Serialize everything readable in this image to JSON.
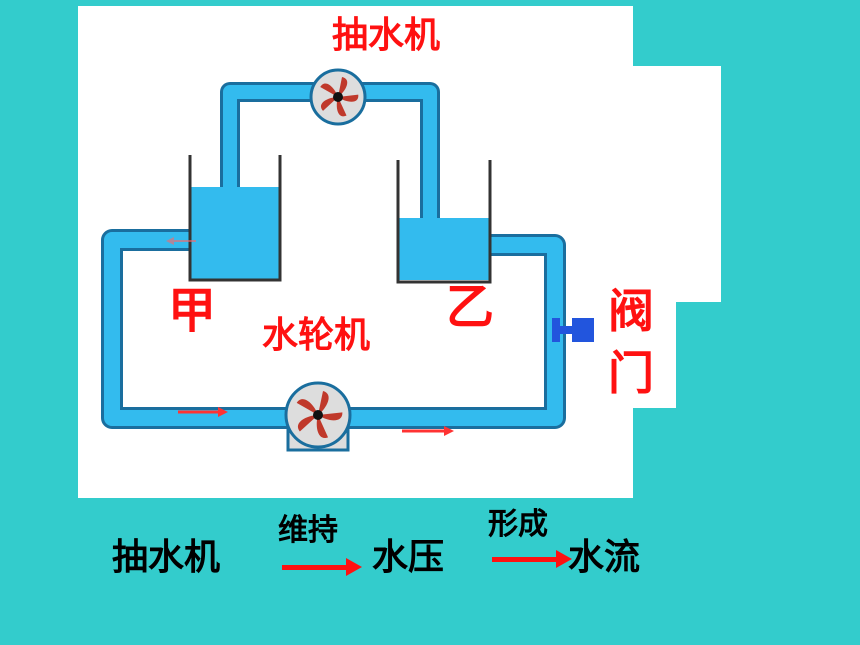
{
  "diagram": {
    "pump_label": "抽水机",
    "turbine_label": "水轮机",
    "container_a_label": "甲",
    "container_b_label": "乙",
    "valve_label_1": "阀",
    "valve_label_2": "门"
  },
  "caption": {
    "pump": "抽水机",
    "maintains": "维持",
    "pressure": "水压",
    "forms": "形成",
    "flow": "水流"
  },
  "colors": {
    "background": "#33CCCC",
    "panel": "#FFFFFF",
    "water": "#33BBEE",
    "pipe_outline": "#1A6E9E",
    "label_red": "#FF1111",
    "valve": "#2255DD"
  }
}
